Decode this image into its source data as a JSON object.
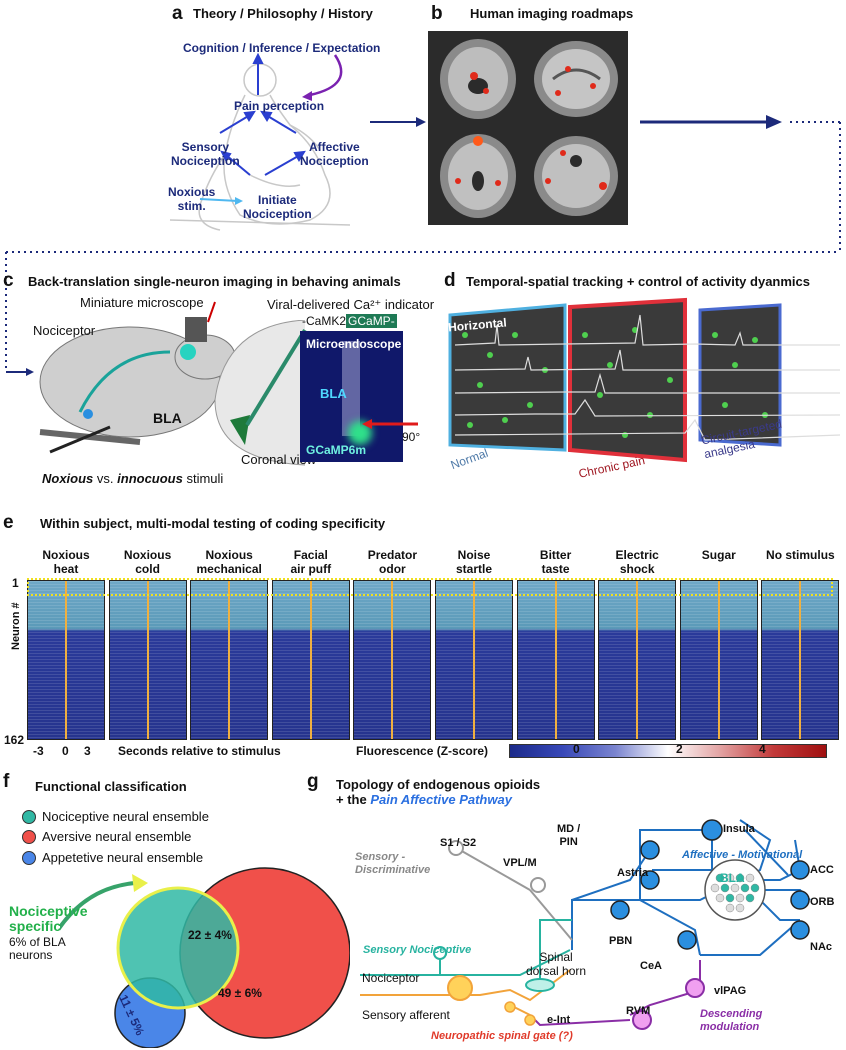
{
  "colors": {
    "navy": "#1c2a7a",
    "blue_node": "#2b8fe0",
    "teal": "#27b3a0",
    "orange": "#f2a33a",
    "purple": "#8a2ea6",
    "red_ens": "#f0504a",
    "teal_ens": "#30b8a4",
    "blue_ens": "#4a86e8"
  },
  "panel_a": {
    "letter": "a",
    "title": "Theory / Philosophy / History",
    "labels": {
      "cognition": "Cognition / Inference / Expectation",
      "pain": "Pain perception",
      "sensory": "Sensory\nNociception",
      "affective": "Affective\nNociception",
      "noxious": "Noxious\nstim.",
      "initiate": "Initiate\nNociception"
    }
  },
  "panel_b": {
    "letter": "b",
    "title": "Human imaging roadmaps"
  },
  "panel_c": {
    "letter": "c",
    "title": "Back-translation single-neuron imaging in behaving animals",
    "labels": {
      "microscope": "Miniature microscope",
      "nociceptor": "Nociceptor",
      "bla": "BLA",
      "viral": "Viral-delivered Ca²⁺ indicator",
      "camk": "-CaMK2",
      "gcamp": "GCaMP-",
      "microendoscope": "Microendoscope",
      "bla_img": "BLA",
      "gcamp6m": "GCaMP6m",
      "angle": "90°",
      "coronal": "Coronal view",
      "noxious": "Noxious",
      "vs": " vs. ",
      "innocuous": "innocuous",
      "stimuli": " stimuli"
    }
  },
  "panel_d": {
    "letter": "d",
    "title": "Temporal-spatial tracking + control of activity dyanmics",
    "labels": {
      "horizontal": "Horizontal",
      "normal": "Normal",
      "chronic": "Chronic pain",
      "circuit": "Circuit-targeted\nanalgesia"
    }
  },
  "panel_e": {
    "letter": "e",
    "title": "Within subject, multi-modal testing of coding specificity",
    "conditions": [
      "Noxious\nheat",
      "Noxious\ncold",
      "Noxious\nmechanical",
      "Facial\nair puff",
      "Predator\nodor",
      "Noise\nstartle",
      "Bitter\ntaste",
      "Electric\nshock",
      "Sugar",
      "No stimulus"
    ],
    "ylabel": "Neuron #",
    "ytick_top": "1",
    "ytick_bottom": "162",
    "xticks": [
      "-3",
      "0",
      "3"
    ],
    "xlabel": "Seconds relative to stimulus",
    "cbar_label": "Fluorescence (Z-score)",
    "cbar_ticks": [
      "0",
      "2",
      "4"
    ]
  },
  "panel_f": {
    "letter": "f",
    "title": "Functional classification",
    "legend": [
      {
        "label": "Nociceptive neural ensemble",
        "color": "#30b8a4"
      },
      {
        "label": "Aversive neural ensemble",
        "color": "#f0504a"
      },
      {
        "label": "Appetetive neural ensemble",
        "color": "#4a86e8"
      }
    ],
    "values": {
      "overlap": "22 ± 4%",
      "aversive": "49 ± 6%",
      "appetitive": "11 ± 5%"
    },
    "noci_specific": "Nociceptive\nspecific",
    "noci_sub": "6% of BLA\nneurons"
  },
  "panel_g": {
    "letter": "g",
    "title": "Topology of endogenous opioids",
    "subtitle_plus": "+ the ",
    "subtitle_path": "Pain Affective Pathway",
    "labels": {
      "sensory_disc": "Sensory -\nDiscriminative",
      "s1s2": "S1 / S2",
      "vplm": "VPL/M",
      "mdpin": "MD /\nPIN",
      "insula": "Insula",
      "astria": "Astria",
      "affective": "Affective - Motivational",
      "bla": "BLA",
      "acc": "ACC",
      "orb": "ORB",
      "nac": "NAc",
      "pbn": "PBN",
      "cea": "CeA",
      "vlpag": "vlPAG",
      "rvm": "RVM",
      "descending": "Descending\nmodulation",
      "sens_noci": "Sensory Nociceptive",
      "spinal": "Spinal\ndorsal horn",
      "nociceptor": "Nociceptor",
      "sens_aff": "Sensory afferent",
      "eint": "e-Int",
      "neuropathic": "Neuropathic spinal gate (?)"
    }
  }
}
